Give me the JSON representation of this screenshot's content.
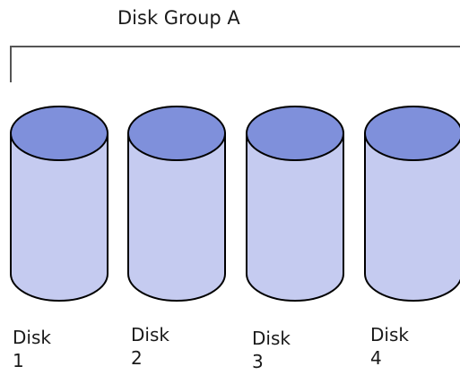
{
  "group": {
    "label": "Disk Group A"
  },
  "disks": [
    {
      "label_line1": "Disk",
      "label_line2": "1"
    },
    {
      "label_line1": "Disk",
      "label_line2": "2"
    },
    {
      "label_line1": "Disk",
      "label_line2": "3"
    },
    {
      "label_line1": "Disk",
      "label_line2": "4"
    }
  ],
  "colors": {
    "body_fill": "#c5cbf0",
    "top_fill": "#7f90db",
    "outline": "#000000",
    "bracket": "#555555"
  }
}
